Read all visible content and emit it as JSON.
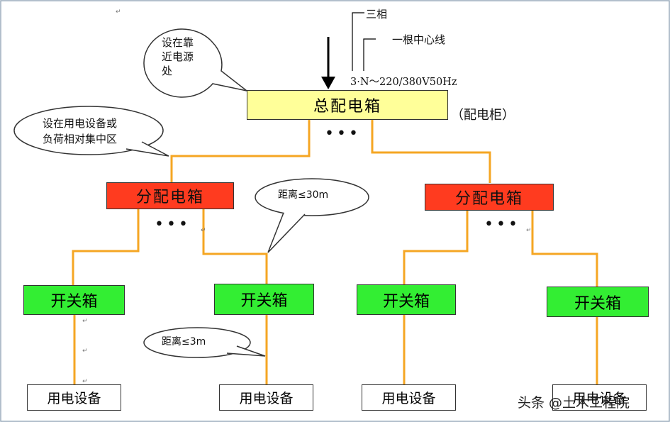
{
  "main_box": {
    "label": "总配电箱",
    "note": "（配电柜）"
  },
  "supply": {
    "three_phase": "三相",
    "neutral": "一根中心线",
    "spec": "3·N～220/380V50Hz"
  },
  "sub_boxes": [
    {
      "label": "分配电箱"
    },
    {
      "label": "分配电箱"
    }
  ],
  "switch_boxes": [
    {
      "label": "开关箱"
    },
    {
      "label": "开关箱"
    },
    {
      "label": "开关箱"
    },
    {
      "label": "开关箱"
    }
  ],
  "equipment": [
    {
      "label": "用电设备"
    },
    {
      "label": "用电设备"
    },
    {
      "label": "用电设备"
    },
    {
      "label": "用电设备"
    }
  ],
  "callouts": {
    "near_source": [
      "设在靠",
      "近电源",
      "处"
    ],
    "load_center": [
      "设在用电设备或",
      "负荷相对集中区"
    ],
    "distance_30m": "距离≤30m",
    "distance_3m": "距离≤3m"
  },
  "ellipsis": "•••",
  "watermark": "头条 @土木工程院",
  "colors": {
    "main": "#ffff99",
    "sub": "#ff3b1f",
    "switch": "#33ee33",
    "wire": "#f5a623"
  }
}
